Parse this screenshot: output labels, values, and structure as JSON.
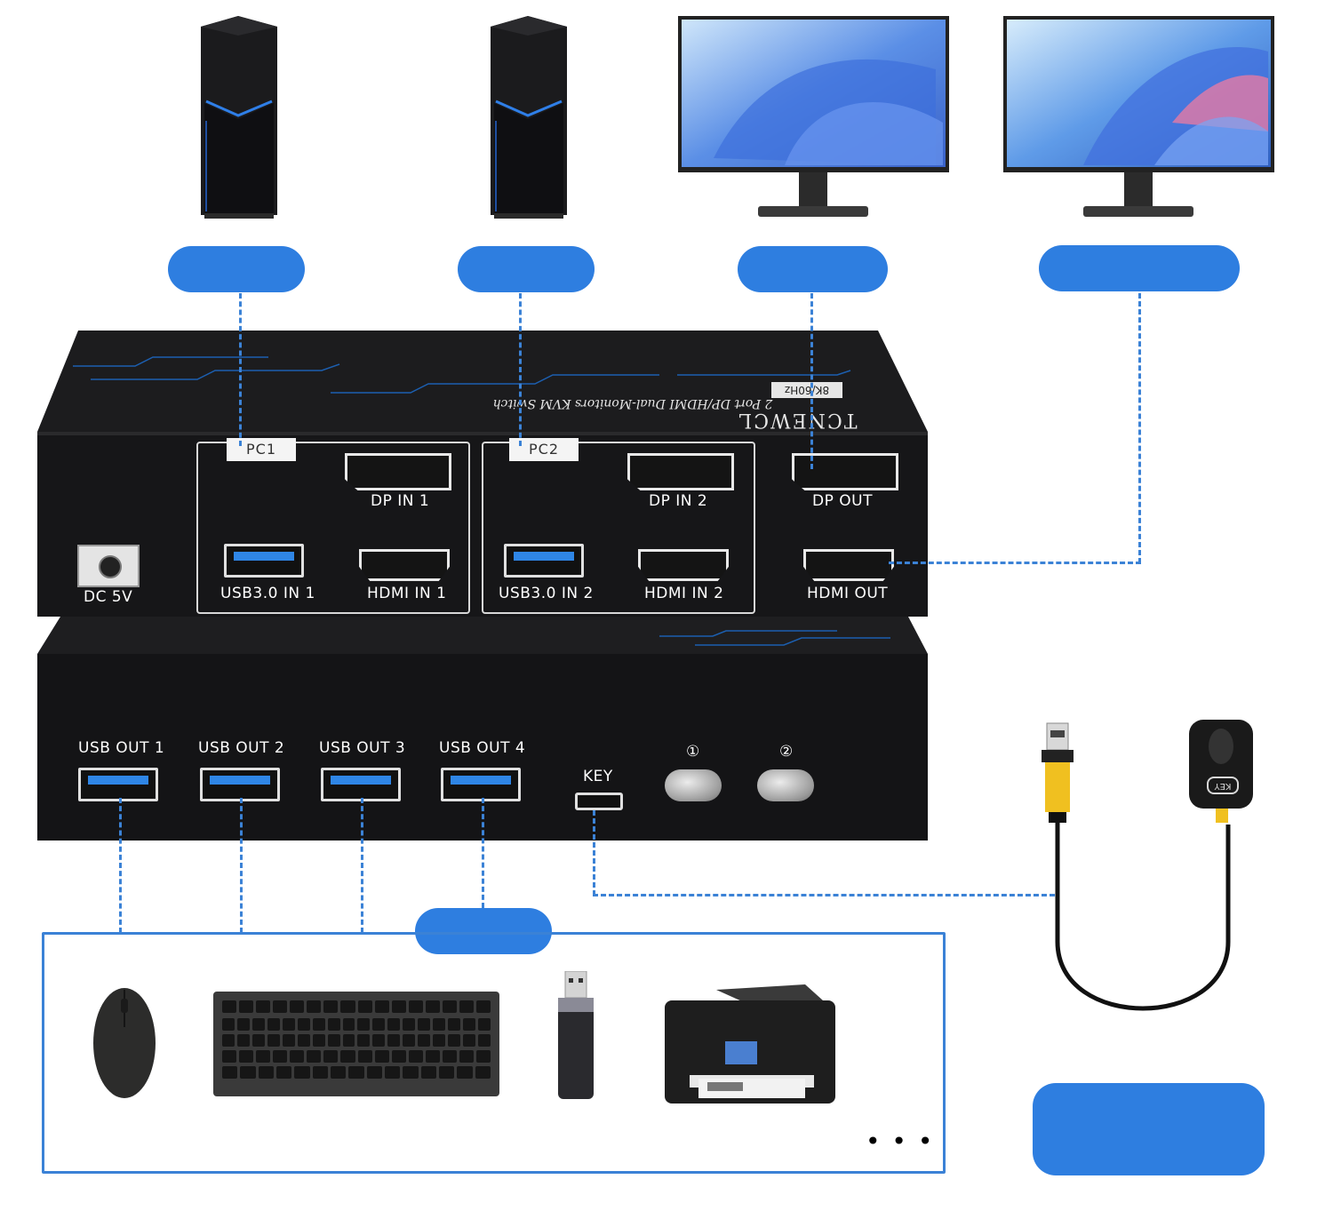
{
  "switch": {
    "brand": "TCNEWCL",
    "model_text": "2 Port DP/HDMI Dual-Monitors KVM Switch",
    "resolution_badge": "8K/60Hz"
  },
  "back_panel": {
    "pc1_tag": "PC1",
    "pc2_tag": "PC2",
    "dc_label": "DC 5V",
    "dp_in_1": "DP IN 1",
    "dp_in_2": "DP IN 2",
    "dp_out": "DP OUT",
    "usb_in_1": "USB3.0 IN 1",
    "usb_in_2": "USB3.0 IN 2",
    "hdmi_in_1": "HDMI IN 1",
    "hdmi_in_2": "HDMI IN 2",
    "hdmi_out": "HDMI OUT"
  },
  "front_panel": {
    "usb_out_1": "USB OUT 1",
    "usb_out_2": "USB OUT 2",
    "usb_out_3": "USB OUT 3",
    "usb_out_4": "USB OUT 4",
    "key_label": "KEY",
    "button_1": "①",
    "button_2": "②"
  },
  "remote": {
    "label": "KEY"
  },
  "peripherals": {
    "more": "• • •"
  },
  "colors": {
    "accent": "#2e7ee0",
    "dash": "#3b82d6",
    "device": "#1a1a1a"
  }
}
